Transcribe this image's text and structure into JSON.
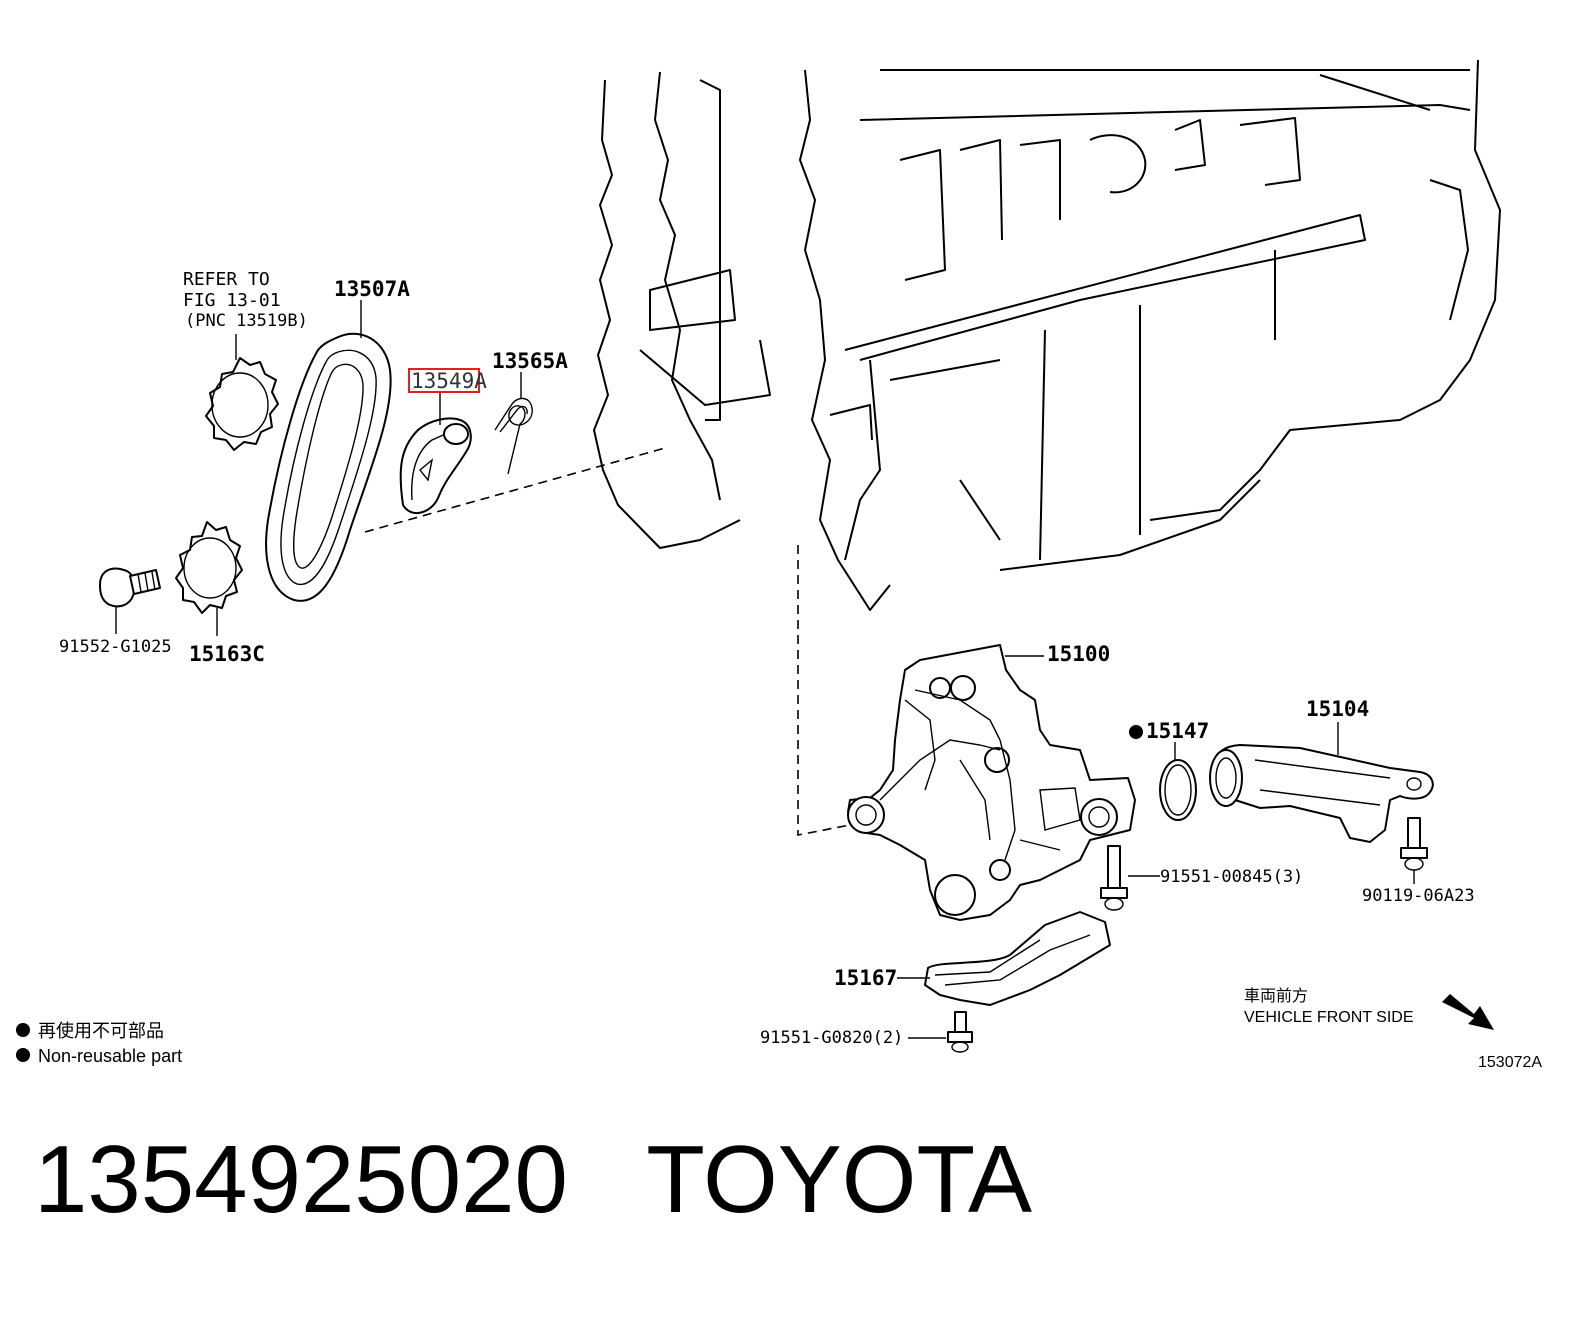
{
  "refer": {
    "line1": "REFER TO",
    "line2": "FIG 13-01",
    "line3": "(PNC 13519B)"
  },
  "labels": {
    "p13507A": "13507A",
    "p13549A": "13549A",
    "p13565A": "13565A",
    "p91552": "91552-G1025",
    "p15163C": "15163C",
    "p15100": "15100",
    "p15147": "15147",
    "p15104": "15104",
    "p91551_00845": "91551-00845(3)",
    "p90119": "90119-06A23",
    "p15167": "15167",
    "p91551_G0820": "91551-G0820(2)"
  },
  "legend": {
    "jp": "再使用不可部品",
    "en": "Non-reusable part"
  },
  "direction": {
    "jp": "車両前方",
    "en": "VEHICLE FRONT SIDE"
  },
  "figure_code": "153072A",
  "part_number": "1354925020",
  "brand": "TOYOTA",
  "colors": {
    "highlight": "#e02020",
    "ink": "#000000"
  }
}
